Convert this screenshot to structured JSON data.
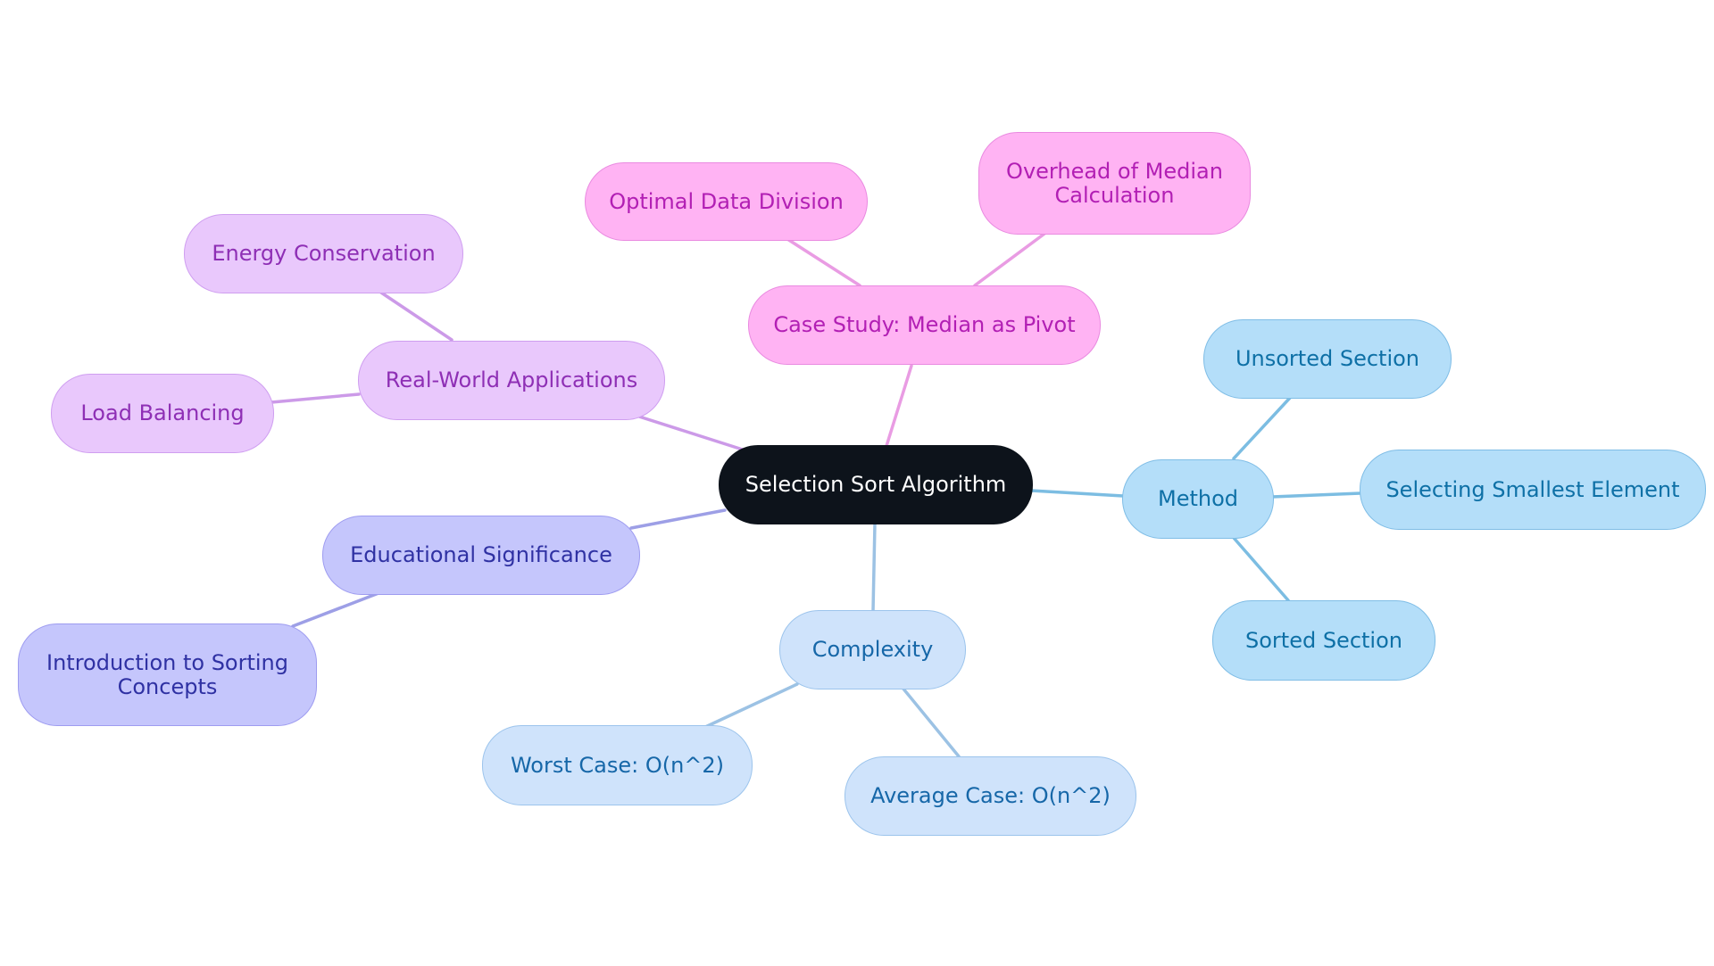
{
  "root": {
    "label": "Selection Sort Algorithm"
  },
  "branches": {
    "case_study": {
      "label": "Case Study: Median as Pivot",
      "children": [
        "Optimal Data Division",
        "Overhead of Median Calculation"
      ]
    },
    "real_world": {
      "label": "Real-World Applications",
      "children": [
        "Energy Conservation",
        "Load Balancing"
      ]
    },
    "educational": {
      "label": "Educational Significance",
      "children": [
        "Introduction to Sorting Concepts"
      ]
    },
    "complexity": {
      "label": "Complexity",
      "children": [
        "Worst Case: O(n^2)",
        "Average Case: O(n^2)"
      ]
    },
    "method": {
      "label": "Method",
      "children": [
        "Unsorted Section",
        "Selecting Smallest Element",
        "Sorted Section"
      ]
    }
  },
  "colors": {
    "root_fill": "#0d131b",
    "case_study_fill": "#ffb3f3",
    "case_study_edge": "#e99ce3",
    "real_world_fill": "#e9c8fc",
    "real_world_edge": "#cc9ae8",
    "educational_fill": "#c5c6fc",
    "educational_edge": "#9d9fe6",
    "complexity_fill": "#cfe3fb",
    "complexity_edge": "#9cc2e4",
    "method_fill": "#b4def9",
    "method_edge": "#7cbde2"
  }
}
